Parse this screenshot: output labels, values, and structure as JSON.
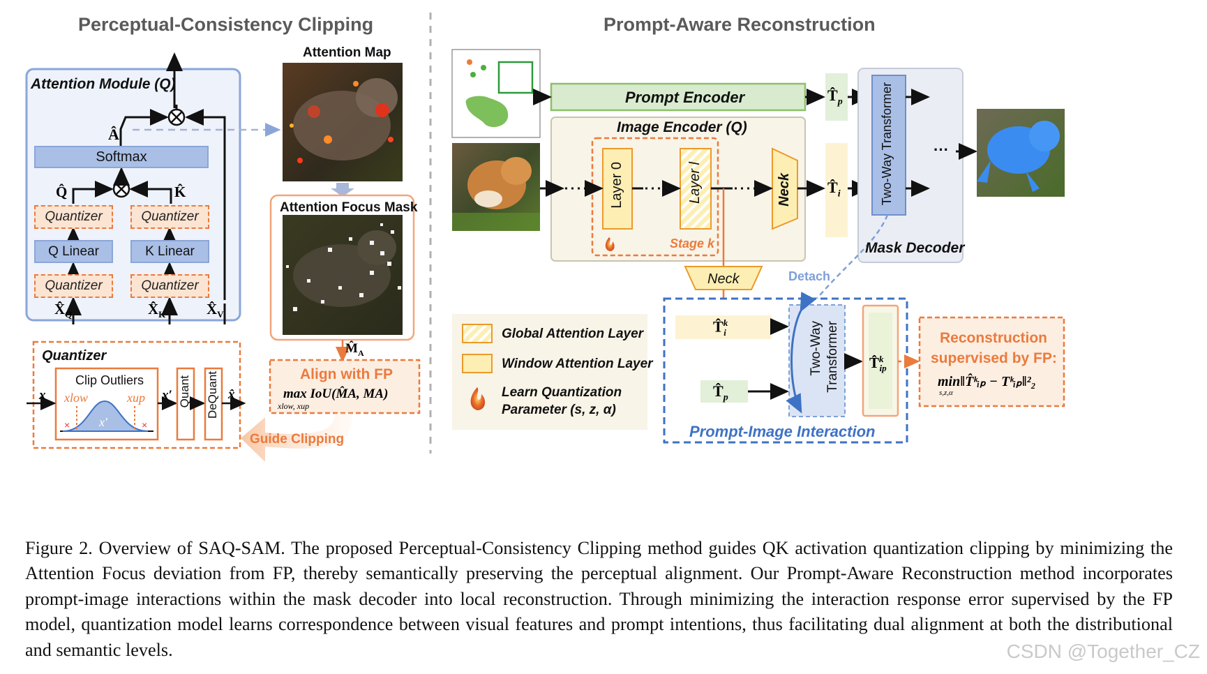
{
  "titles": {
    "left": "Perceptual-Consistency Clipping",
    "right": "Prompt-Aware Reconstruction"
  },
  "left_panel": {
    "attention_module_label": "Attention Module (Q)",
    "softmax": "Softmax",
    "quantizer": "Quantizer",
    "q_linear": "Q Linear",
    "k_linear": "K Linear",
    "a_hat": "Â",
    "q_hat": "Q̂",
    "k_hat": "K̂",
    "x_q": "X̂",
    "x_q_sub": "Q",
    "x_k": "X̂",
    "x_k_sub": "K",
    "x_v": "X̂",
    "x_v_sub": "V",
    "attention_map_label": "Attention Map",
    "attention_focus_mask_label": "Attention Focus Mask",
    "m_a_hat": "M̂",
    "m_a_sub": "A",
    "align_title": "Align with FP",
    "align_formula": "max IoU(M̂A, MA)",
    "align_subscript": "xlow, xup",
    "quantizer_box_label": "Quantizer",
    "clip_outliers": "Clip Outliers",
    "x": "x",
    "x_low": "xlow",
    "x_up": "xup",
    "x_prime_inner": "x′",
    "x_prime": "x′",
    "quant": "Quant",
    "dequant": "DeQuant",
    "x_hat": "x̂",
    "guide_clipping": "Guide Clipping"
  },
  "right_panel": {
    "prompt_encoder": "Prompt Encoder",
    "image_encoder": "Image Encoder (Q)",
    "layer_0": "Layer 0",
    "layer_l": "Layer l",
    "neck": "Neck",
    "stage_k": "Stage k",
    "t_p": "T̂",
    "t_p_sub": "p",
    "t_i": "T̂",
    "t_i_sub": "i",
    "two_way_transformer": "Two-Way Transformer",
    "mask_decoder": "Mask Decoder",
    "neck_lower": "Neck",
    "detach": "Detach",
    "t_i_k": "T̂",
    "t_i_k_sup": "k",
    "t_i_k_sub": "i",
    "t_p_lower": "T̂",
    "t_p_lower_sub": "p",
    "two_way_line1": "Two-Way",
    "two_way_line2": "Transformer",
    "t_ip_k": "T̂",
    "t_ip_k_sup": "k",
    "t_ip_k_sub": "ip",
    "prompt_image_interaction": "Prompt-Image Interaction",
    "recon_line1": "Reconstruction",
    "recon_line2": "supervised by FP:",
    "recon_formula": "min‖T̂ᵏᵢₚ − Tᵏᵢₚ‖²₂",
    "recon_subscript": "s,z,α",
    "legend_global": "Global Attention Layer",
    "legend_window": "Window Attention Layer",
    "legend_learn_line1": "Learn Quantization",
    "legend_learn_line2": "Parameter (s, z, α)",
    "ellipsis": "···"
  },
  "caption": "Figure 2.  Overview of SAQ-SAM. The proposed Perceptual-Consistency Clipping method guides QK activation quantization clipping by minimizing the Attention Focus deviation from FP, thereby semantically preserving the perceptual alignment.  Our Prompt-Aware Reconstruction method incorporates prompt-image interactions within the mask decoder into local reconstruction.  Through minimizing the interaction response error supervised by the FP model, quantization model learns correspondence between visual features and prompt intentions, thus facilitating dual alignment at both the distributional and semantic levels.",
  "watermark": "CSDN @Together_CZ",
  "colors": {
    "blue_box": "#aabfe6",
    "orange": "#ea7b3d",
    "green_prompt": "#d9ebcf",
    "yellow_layer": "#fdeeb3",
    "dashed_blue": "#3e72c4"
  }
}
